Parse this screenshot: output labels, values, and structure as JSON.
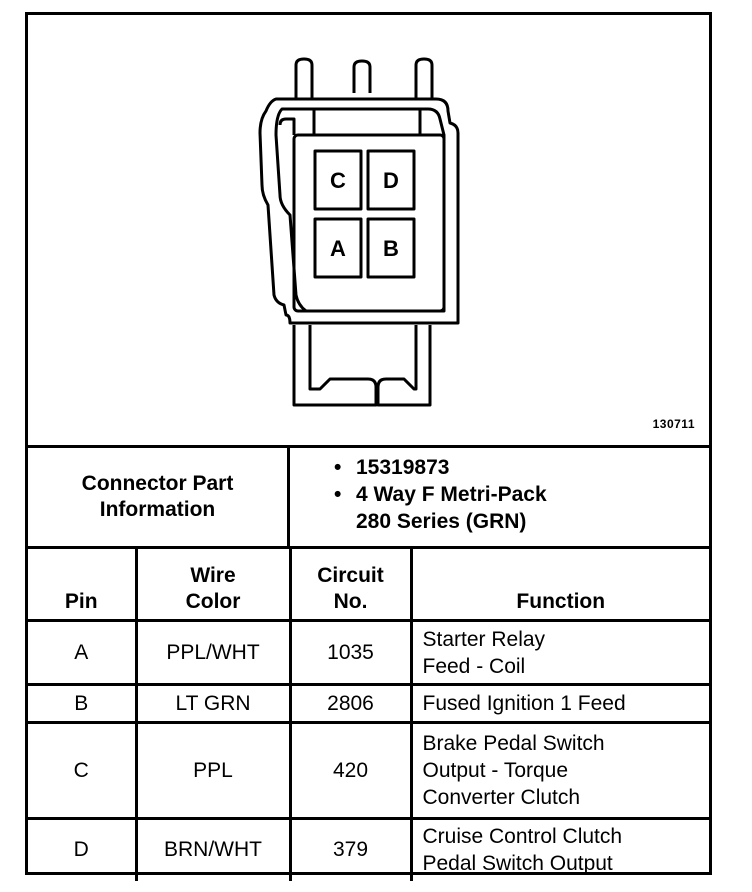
{
  "figure": {
    "figure_number": "130711",
    "cavities": [
      {
        "label": "C"
      },
      {
        "label": "D"
      },
      {
        "label": "A"
      },
      {
        "label": "B"
      }
    ]
  },
  "connector_info": {
    "label": "Connector Part\nInformation",
    "items": [
      "15319873",
      "4 Way F Metri-Pack\n280 Series (GRN)"
    ]
  },
  "table": {
    "headers": {
      "pin": "Pin",
      "wire_color": "Wire\nColor",
      "circuit": "Circuit\nNo.",
      "function": "Function"
    },
    "rows": [
      {
        "pin": "A",
        "wire_color": "PPL/WHT",
        "circuit": "1035",
        "function": "Starter Relay\nFeed - Coil"
      },
      {
        "pin": "B",
        "wire_color": "LT GRN",
        "circuit": "2806",
        "function": "Fused Ignition 1 Feed"
      },
      {
        "pin": "C",
        "wire_color": "PPL",
        "circuit": "420",
        "function": "Brake Pedal Switch\nOutput - Torque\nConverter Clutch"
      },
      {
        "pin": "D",
        "wire_color": "BRN/WHT",
        "circuit": "379",
        "function": "Cruise Control Clutch\nPedal Switch Output"
      }
    ]
  }
}
